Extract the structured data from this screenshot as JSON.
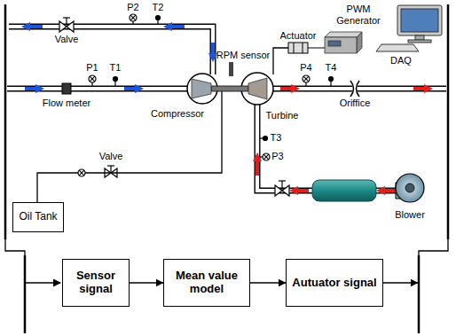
{
  "diagram": {
    "nodes": [
      {
        "text": [
          "Oil Tank"
        ]
      },
      {
        "text": [
          "Sensor signal"
        ]
      },
      {
        "text": [
          "Mean value model"
        ]
      },
      {
        "text": [
          "Autuator signal"
        ]
      }
    ],
    "edges": [
      {
        "from": 1,
        "to": 2,
        "arrow": "to"
      },
      {
        "from": 2,
        "to": 3,
        "arrow": "to"
      }
    ],
    "labels": [
      "P2",
      "T2",
      "Valve",
      "RPM sensor",
      "Actuator",
      "PWM Generator",
      "DAQ",
      "P1",
      "T1",
      "P4",
      "T4",
      "Flow meter",
      "Compressor",
      "Oriffice",
      "Turbine",
      "T3",
      "P3",
      "Valve",
      "Blower"
    ]
  }
}
